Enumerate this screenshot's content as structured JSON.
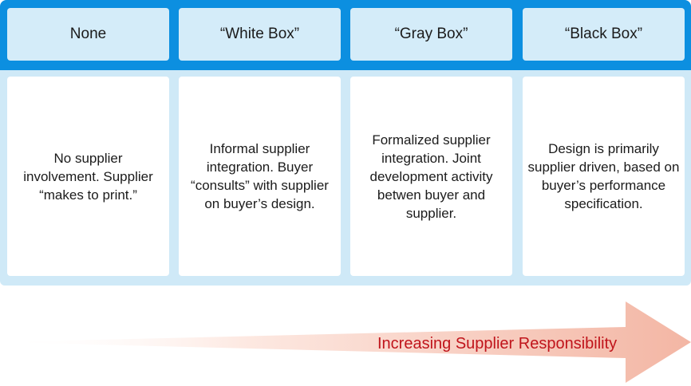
{
  "columns": [
    {
      "header": "None",
      "description": "No supplier involvement. Supplier “makes to print.”"
    },
    {
      "header": "“White Box”",
      "description": "Informal supplier integration. Buyer “consults” with supplier on buyer’s design."
    },
    {
      "header": "“Gray Box”",
      "description": "Formalized supplier integration. Joint development activity betwen buyer and supplier."
    },
    {
      "header": "“Black Box”",
      "description": "Design is primarily supplier driven, based on buyer’s performance specification."
    }
  ],
  "arrow": {
    "label": "Increasing Supplier Responsibility"
  },
  "colors": {
    "header_band": "#0c8fe0",
    "body_band": "#cfe9f7",
    "header_cell": "#d4ecf9",
    "arrow_tip": "#f3b6a4",
    "label": "#c0141b"
  }
}
